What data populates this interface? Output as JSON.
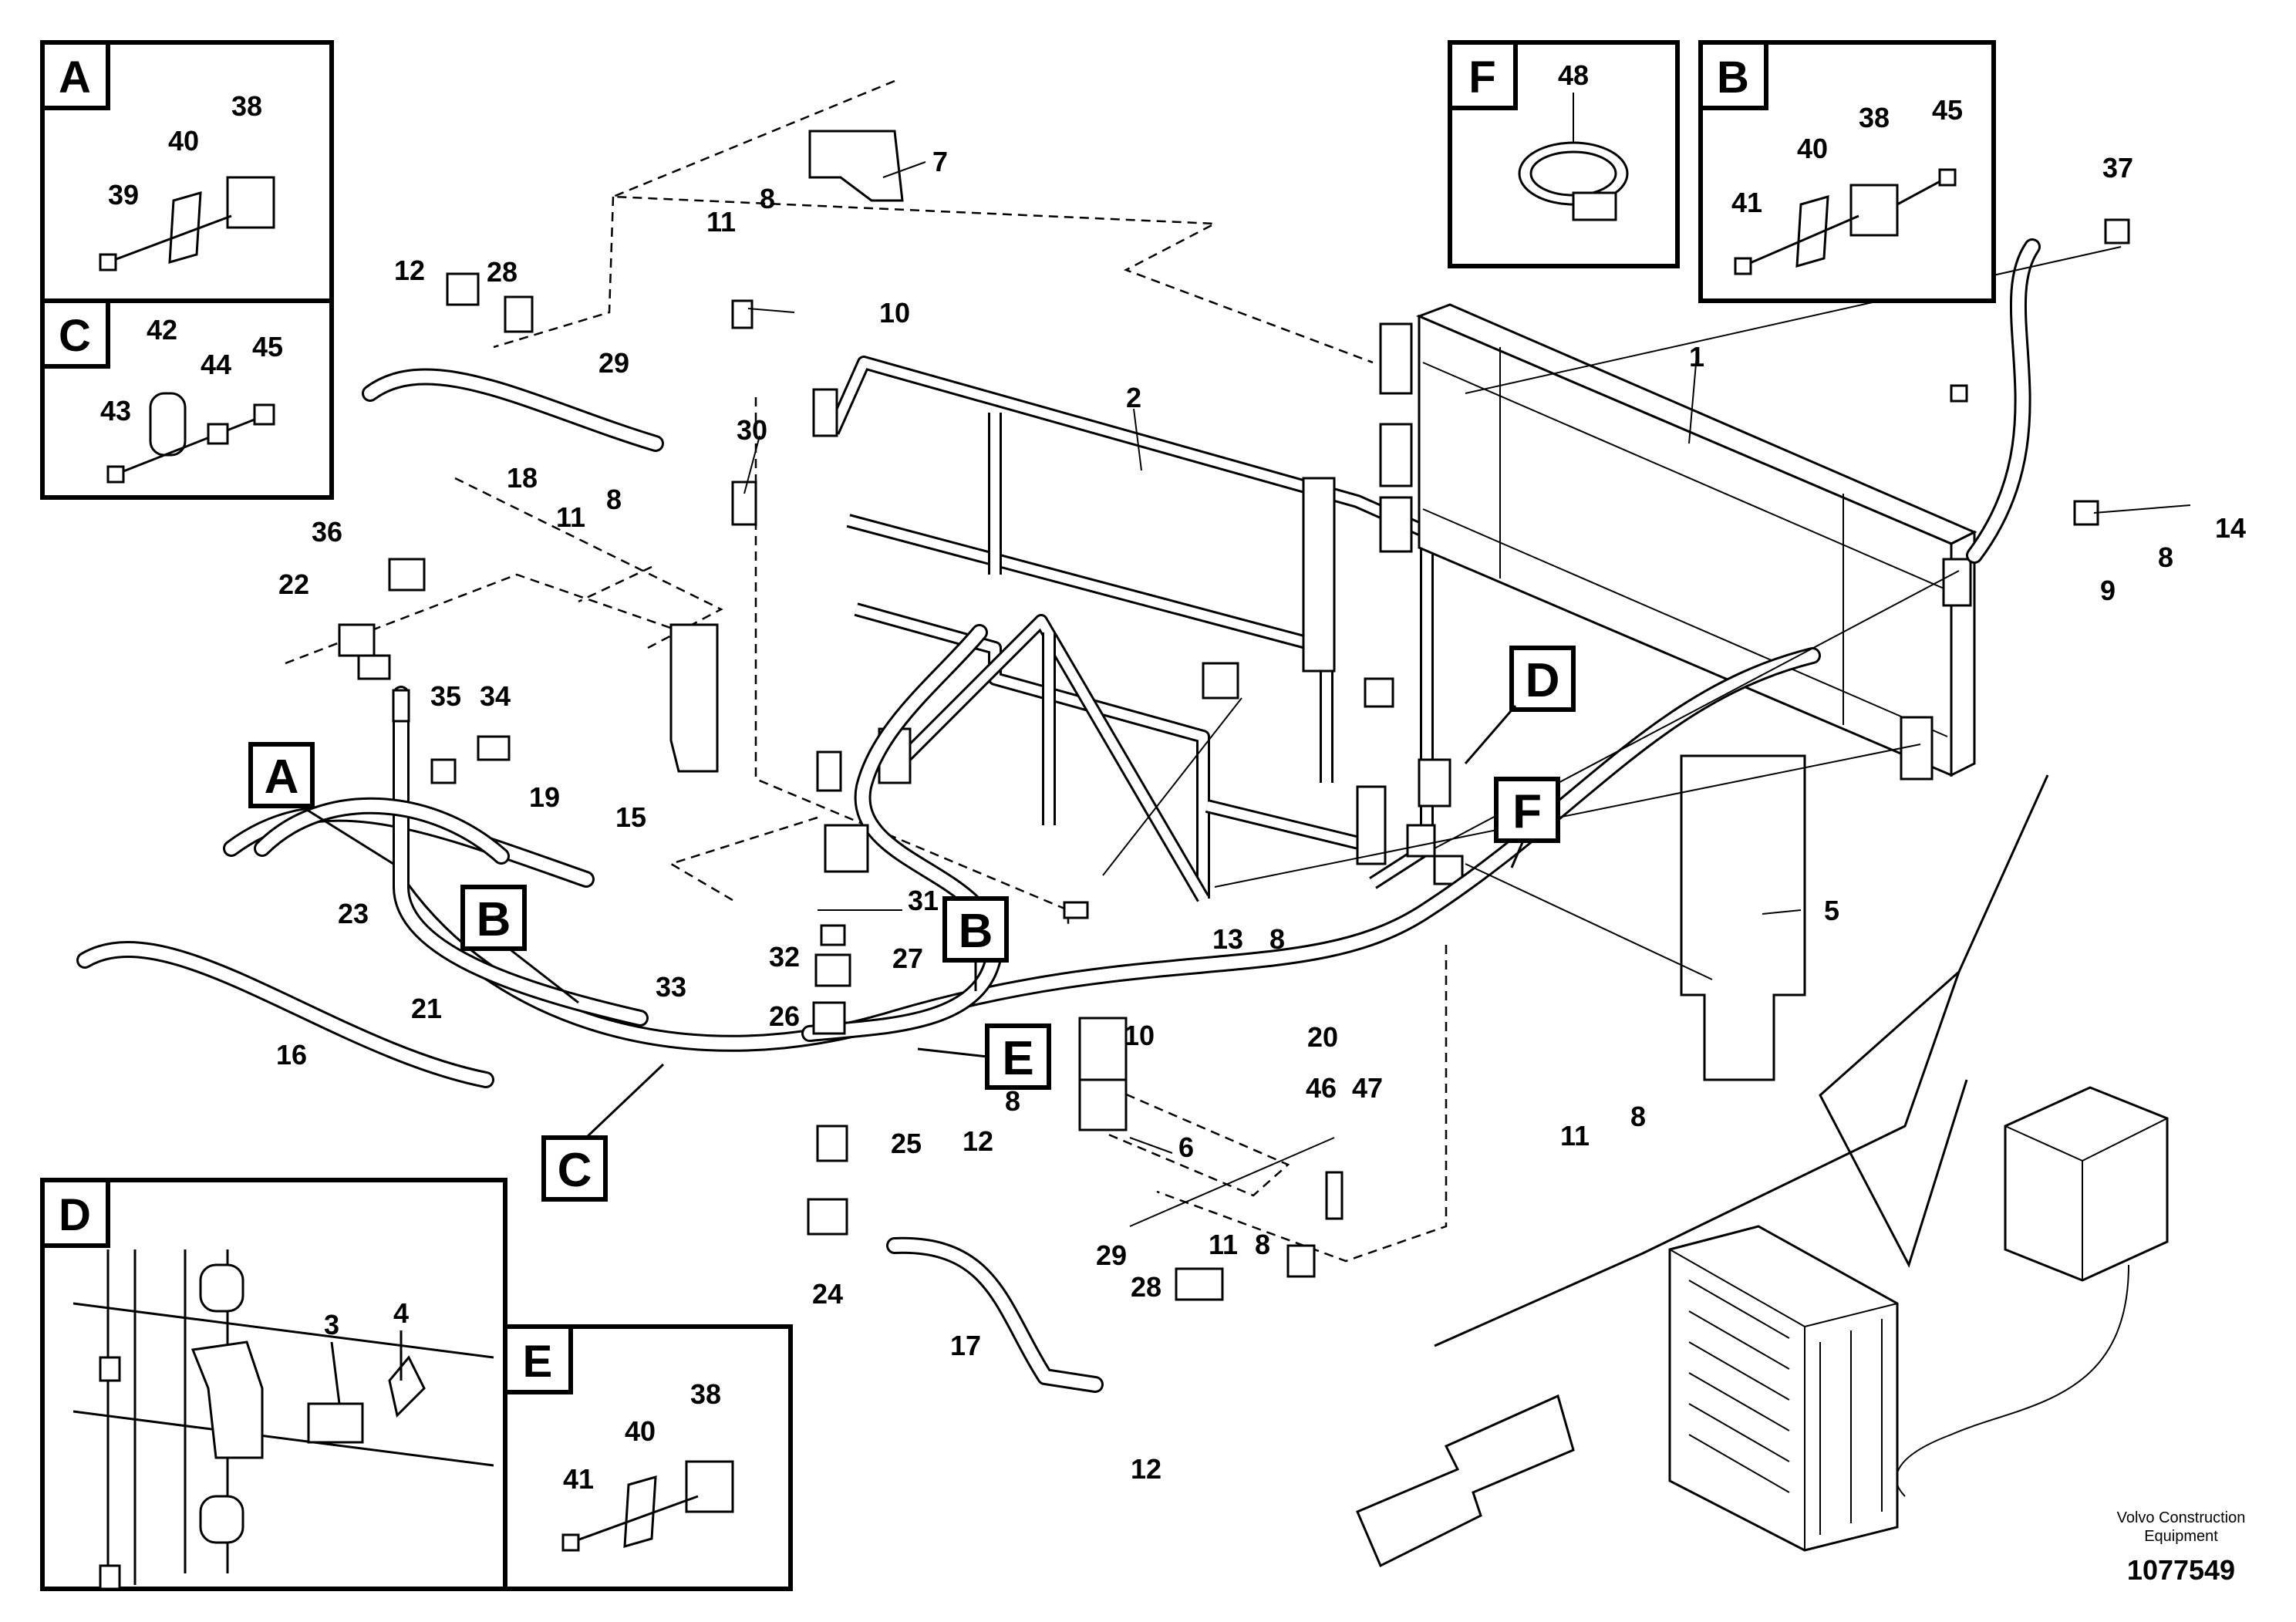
{
  "insets": {
    "A": {
      "tag": "A",
      "parts": [
        "38",
        "40",
        "39"
      ]
    },
    "C": {
      "tag": "C",
      "parts": [
        "42",
        "44",
        "45",
        "43"
      ]
    },
    "F": {
      "tag": "F",
      "parts": [
        "48"
      ]
    },
    "B": {
      "tag": "B",
      "parts": [
        "38",
        "45",
        "40",
        "41"
      ]
    },
    "D": {
      "tag": "D",
      "parts": [
        "3",
        "4"
      ]
    },
    "E": {
      "tag": "E",
      "parts": [
        "38",
        "40",
        "41"
      ]
    }
  },
  "callouts": {
    "A": "A",
    "B": "B",
    "C": "C",
    "D": "D",
    "E": "E",
    "F": "F"
  },
  "labels": {
    "p1": "1",
    "p2": "2",
    "p5": "5",
    "p6": "6",
    "p7": "7",
    "p8": "8",
    "p9": "9",
    "p10": "10",
    "p11": "11",
    "p12": "12",
    "p13": "13",
    "p14": "14",
    "p15": "15",
    "p16": "16",
    "p17": "17",
    "p18": "18",
    "p19": "19",
    "p20": "20",
    "p21": "21",
    "p22": "22",
    "p23": "23",
    "p24": "24",
    "p25": "25",
    "p26": "26",
    "p27": "27",
    "p28": "28",
    "p29": "29",
    "p30": "30",
    "p31": "31",
    "p32": "32",
    "p33": "33",
    "p34": "34",
    "p35": "35",
    "p36": "36",
    "p37": "37",
    "p46": "46",
    "p47": "47"
  },
  "footer": {
    "brand_line1": "Volvo Construction",
    "brand_line2": "Equipment",
    "doc_number": "1077549"
  }
}
